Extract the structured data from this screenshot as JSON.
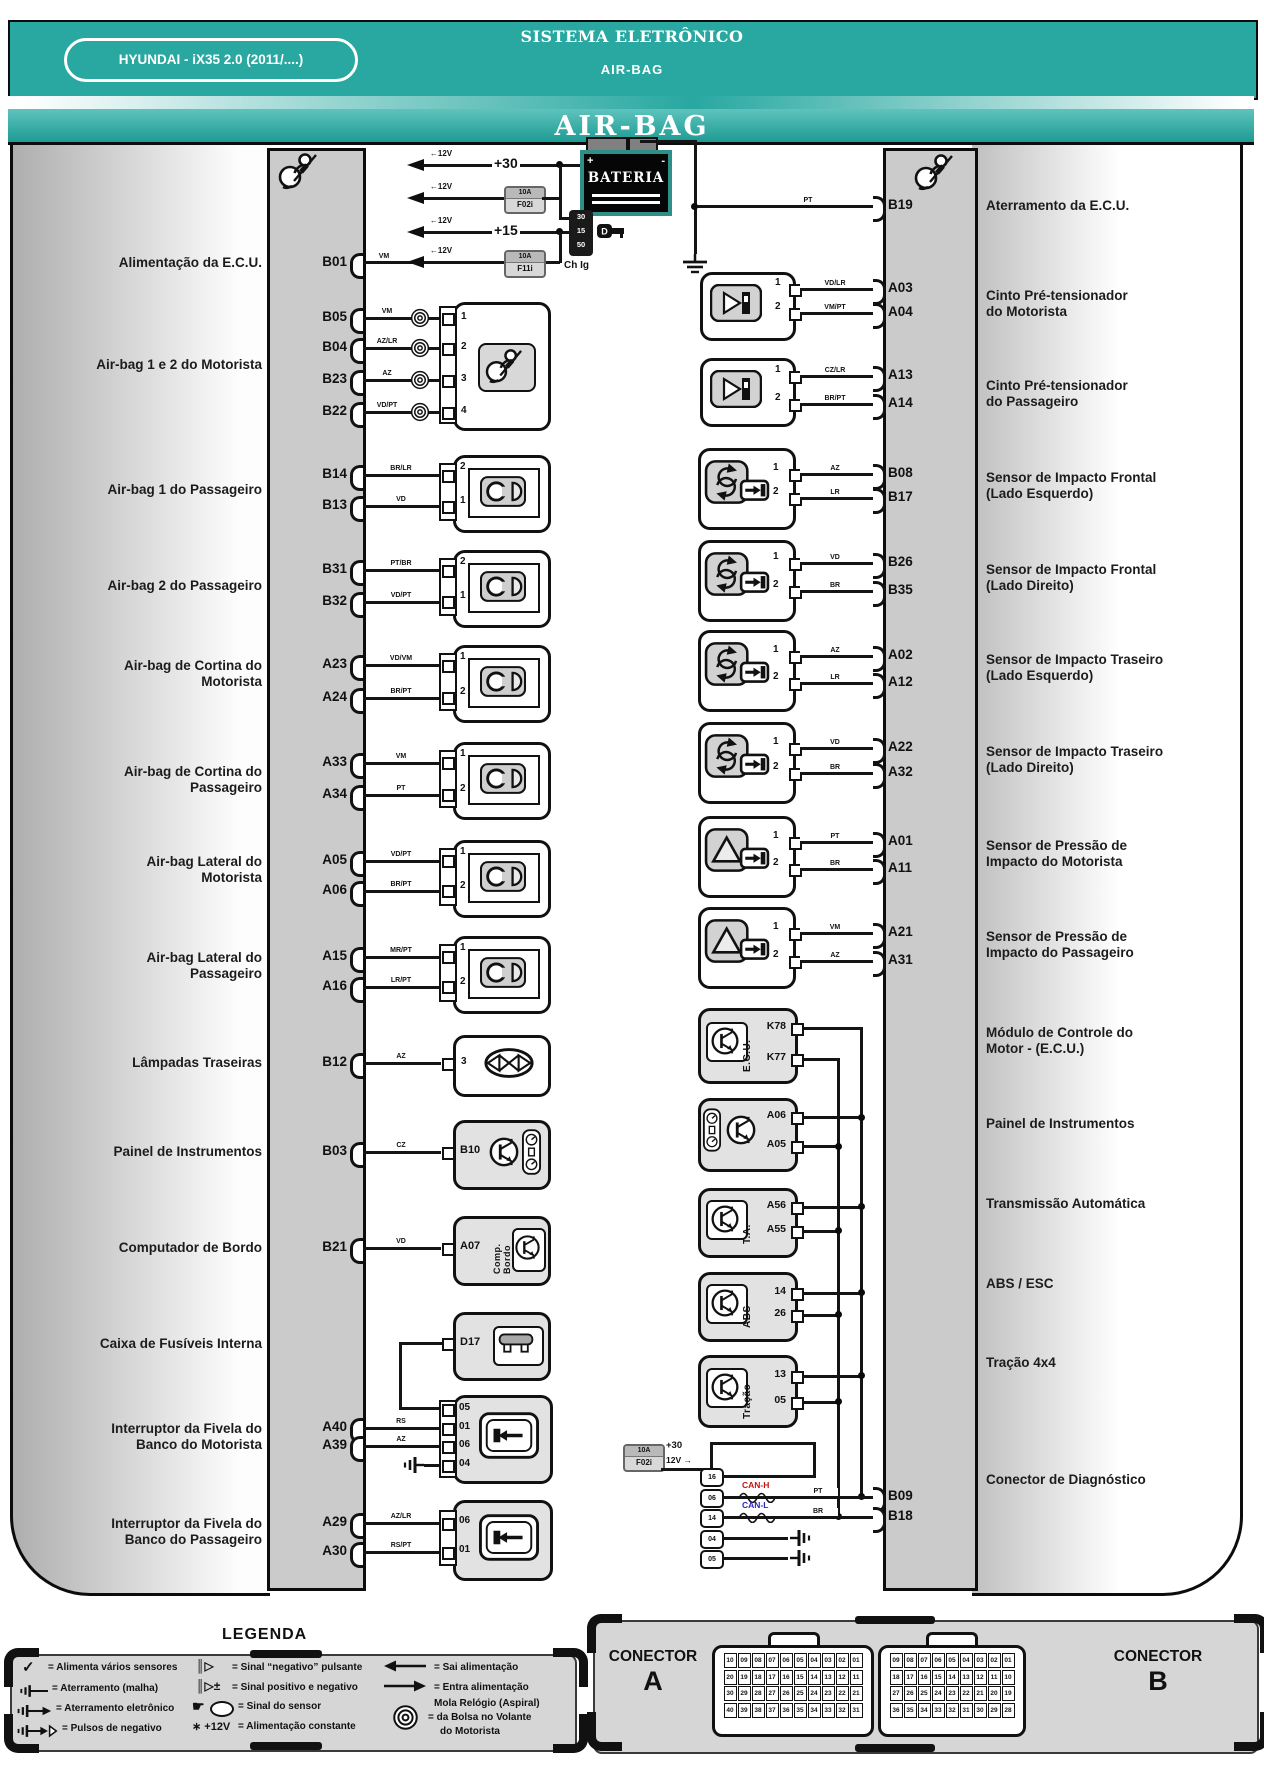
{
  "header": {
    "system": "SISTEMA ELETRÔNICO",
    "subsystem": "AIR-BAG",
    "vehicle": "HYUNDAI - iX35 2.0 (2011/....)",
    "title": "AIR-BAG"
  },
  "power": {
    "battery": "BATERIA",
    "plus": "+",
    "minus": "-",
    "p30": "+30",
    "p15": "+15",
    "v12out": "←12V",
    "fuse_f02i": [
      "10A",
      "F02i"
    ],
    "fuse_f11i": [
      "10A",
      "F11i"
    ],
    "ign": [
      "30",
      "15",
      "50"
    ],
    "ign_label": "Ch Ig"
  },
  "diag": {
    "pins": [
      "16",
      "06",
      "14",
      "04",
      "05"
    ],
    "canh": "CAN-H",
    "canl": "CAN-L",
    "fuse": [
      "10A",
      "F02i"
    ],
    "p30": "+30",
    "v12in": "12V →"
  },
  "ll": [
    [
      "Alimentação da E.C.U."
    ],
    [
      "Air-bag 1 e 2 do Motorista"
    ],
    [
      "Air-bag 1 do Passageiro"
    ],
    [
      "Air-bag 2 do Passageiro"
    ],
    [
      "Air-bag de Cortina do",
      "Motorista"
    ],
    [
      "Air-bag de Cortina do",
      "Passageiro"
    ],
    [
      "Air-bag Lateral do",
      "Motorista"
    ],
    [
      "Air-bag Lateral do",
      "Passageiro"
    ],
    [
      "Lâmpadas Traseiras"
    ],
    [
      "Painel de Instrumentos"
    ],
    [
      "Computador de Bordo"
    ],
    [
      "Caixa de Fusíveis Interna"
    ],
    [
      "Interruptor da Fivela do",
      "Banco do Motorista"
    ],
    [
      "Interruptor da Fivela do",
      "Banco do Passageiro"
    ]
  ],
  "rl": [
    [
      "Aterramento da E.C.U."
    ],
    [
      "Cinto Pré-tensionador",
      "do Motorista"
    ],
    [
      "Cinto Pré-tensionador",
      "do Passageiro"
    ],
    [
      "Sensor de Impacto Frontal",
      "(Lado Esquerdo)"
    ],
    [
      "Sensor de Impacto Frontal",
      "(Lado Direito)"
    ],
    [
      "Sensor de Impacto Traseiro",
      "(Lado Esquerdo)"
    ],
    [
      "Sensor de Impacto Traseiro",
      "(Lado Direito)"
    ],
    [
      "Sensor de Pressão de",
      "Impacto do Motorista"
    ],
    [
      "Sensor de Pressão de",
      "Impacto do Passageiro"
    ],
    [
      "Módulo de Controle do",
      "Motor - (E.C.U.)"
    ],
    [
      "Painel de Instrumentos"
    ],
    [
      "Transmissão Automática"
    ],
    [
      "ABS / ESC"
    ],
    [
      "Tração 4x4"
    ],
    [
      "Conector de Diagnóstico"
    ]
  ],
  "pl": {
    "b01": [
      "B01",
      "VM"
    ],
    "b05": [
      "B05",
      "VM"
    ],
    "b04": [
      "B04",
      "AZ/LR"
    ],
    "b23": [
      "B23",
      "AZ"
    ],
    "b22": [
      "B22",
      "VD/PT"
    ],
    "b14": [
      "B14",
      "BR/LR"
    ],
    "b13": [
      "B13",
      "VD"
    ],
    "b31": [
      "B31",
      "PT/BR"
    ],
    "b32": [
      "B32",
      "VD/PT"
    ],
    "a23": [
      "A23",
      "VD/VM"
    ],
    "a24": [
      "A24",
      "BR/PT"
    ],
    "a33": [
      "A33",
      "VM"
    ],
    "a34": [
      "A34",
      "PT"
    ],
    "a05": [
      "A05",
      "VD/PT"
    ],
    "a06": [
      "A06",
      "BR/PT"
    ],
    "a15": [
      "A15",
      "MR/PT"
    ],
    "a16": [
      "A16",
      "LR/PT"
    ],
    "b12": [
      "B12",
      "AZ"
    ],
    "b03": [
      "B03",
      "CZ"
    ],
    "b21": [
      "B21",
      "VD"
    ],
    "a40": [
      "A40",
      "RS"
    ],
    "a39": [
      "A39",
      "AZ"
    ],
    "a29": [
      "A29",
      "AZ/LR"
    ],
    "a30": [
      "A30",
      "RS/PT"
    ]
  },
  "pr": {
    "b19": [
      "B19",
      "PT"
    ],
    "a03": [
      "A03",
      "VD/LR"
    ],
    "a04": [
      "A04",
      "VM/PT"
    ],
    "a13": [
      "A13",
      "CZ/LR"
    ],
    "a14": [
      "A14",
      "BR/PT"
    ],
    "b08": [
      "B08",
      "AZ"
    ],
    "b17": [
      "B17",
      "LR"
    ],
    "b26": [
      "B26",
      "VD"
    ],
    "b35": [
      "B35",
      "BR"
    ],
    "a02": [
      "A02",
      "AZ"
    ],
    "a12": [
      "A12",
      "LR"
    ],
    "a22": [
      "A22",
      "VD"
    ],
    "a32": [
      "A32",
      "BR"
    ],
    "a01": [
      "A01",
      "PT"
    ],
    "a11": [
      "A11",
      "BR"
    ],
    "a21": [
      "A21",
      "VM"
    ],
    "a31": [
      "A31",
      "AZ"
    ],
    "k78": [
      "K78"
    ],
    "k77": [
      "K77"
    ],
    "pa06": [
      "A06"
    ],
    "pa05": [
      "A05"
    ],
    "a56": [
      "A56"
    ],
    "a55": [
      "A55"
    ],
    "ab14": [
      "14"
    ],
    "ab26": [
      "26"
    ],
    "tr13": [
      "13"
    ],
    "tr05": [
      "05"
    ],
    "b09": [
      "B09",
      "PT"
    ],
    "b18": [
      "B18",
      "BR"
    ]
  },
  "cn": {
    "drv": [
      "1",
      "2",
      "3",
      "4"
    ],
    "s1": [
      "2",
      "1"
    ],
    "s2": [
      "2",
      "1"
    ],
    "s3": [
      "1",
      "2"
    ],
    "s4": [
      "1",
      "2"
    ],
    "s5": [
      "1",
      "2"
    ],
    "s6": [
      "1",
      "2"
    ],
    "lamp": [
      "3"
    ],
    "b10": [
      "B10"
    ],
    "a07": [
      "A07"
    ],
    "d17": [
      "D17"
    ],
    "bk1": [
      "05",
      "01",
      "06",
      "04"
    ],
    "bk2": [
      "06",
      "01"
    ],
    "p1": [
      "1",
      "2"
    ],
    "p2": [
      "1",
      "2"
    ],
    "i1": [
      "1",
      "2"
    ],
    "i2": [
      "1",
      "2"
    ],
    "i3": [
      "1",
      "2"
    ],
    "i4": [
      "1",
      "2"
    ],
    "q1": [
      "1",
      "2"
    ],
    "q2": [
      "1",
      "2"
    ]
  },
  "md": {
    "ecu": "E.C.U.",
    "ta": "T.A.",
    "abs": "ABS",
    "tr": "Tração",
    "comp": "Comp. Bordo"
  },
  "legend": {
    "title": "LEGENDA",
    "col1": [
      {
        "icon": "check-icon",
        "sym": "✓",
        "text": "= Alimenta vários sensores"
      },
      {
        "icon": "ground-mesh-icon",
        "text": "= Aterramento (malha)"
      },
      {
        "icon": "ground-electronic-icon",
        "text": "= Aterramento eletrônico"
      },
      {
        "icon": "ground-pulse-icon",
        "text": "= Pulsos de negativo"
      }
    ],
    "col2": [
      {
        "icon": "pulse-negative-icon",
        "sym": "║▷",
        "text": "= Sinal “negativo” pulsante"
      },
      {
        "icon": "pos-neg-icon",
        "sym": "║▷±",
        "text": "= Sinal positivo e negativo"
      },
      {
        "icon": "hand-sensor-icon",
        "sym": "☛",
        "text": "= Sinal do sensor"
      },
      {
        "icon": "const-power-icon",
        "sym": "∗ +12V",
        "text": "= Alimentação constante"
      }
    ],
    "col3": [
      {
        "icon": "arrow-out-icon",
        "text": "= Sai alimentação"
      },
      {
        "icon": "arrow-in-icon",
        "text": "= Entra alimentação"
      },
      {
        "icon": "clockspring-icon",
        "text": [
          "Mola Relógio (Aspiral)",
          "= da Bolsa no Volante",
          "do Motorista"
        ]
      }
    ]
  },
  "connectors": {
    "a": {
      "label": "CONECTOR",
      "letter": "A",
      "rows": [
        [
          "10",
          "09",
          "08",
          "07",
          "06",
          "05",
          "04",
          "03",
          "02",
          "01"
        ],
        [
          "20",
          "19",
          "18",
          "17",
          "16",
          "15",
          "14",
          "13",
          "12",
          "11"
        ],
        [
          "30",
          "29",
          "28",
          "27",
          "26",
          "25",
          "24",
          "23",
          "22",
          "21"
        ],
        [
          "40",
          "39",
          "38",
          "37",
          "36",
          "35",
          "34",
          "33",
          "32",
          "31"
        ]
      ]
    },
    "b": {
      "label": "CONECTOR",
      "letter": "B",
      "rows": [
        [
          "09",
          "08",
          "07",
          "06",
          "05",
          "04",
          "03",
          "02",
          "01"
        ],
        [
          "18",
          "17",
          "16",
          "15",
          "14",
          "13",
          "12",
          "11",
          "10"
        ],
        [
          "27",
          "26",
          "25",
          "24",
          "23",
          "22",
          "21",
          "20",
          "19"
        ],
        [
          "36",
          "35",
          "34",
          "33",
          "32",
          "31",
          "30",
          "29",
          "28"
        ]
      ]
    }
  }
}
